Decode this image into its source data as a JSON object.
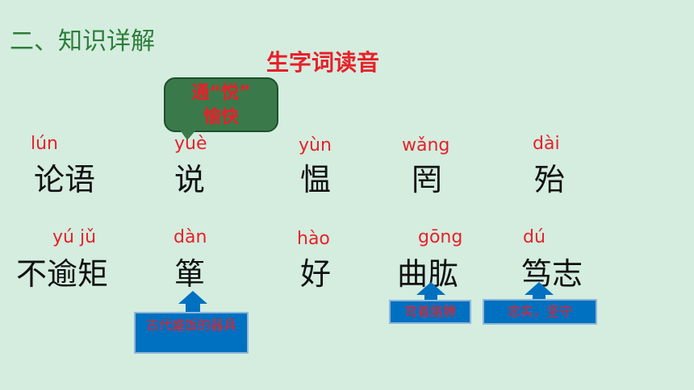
{
  "section_title": "二、知识详解",
  "subtitle": "生字词读音",
  "callout": {
    "line1": "通“悦”",
    "line2": "愉快"
  },
  "row1": [
    {
      "pinyin": "lún",
      "word": "论语"
    },
    {
      "pinyin": "yuè",
      "word": "说"
    },
    {
      "pinyin": "yùn",
      "word": "愠"
    },
    {
      "pinyin": "wǎng",
      "word": "罔"
    },
    {
      "pinyin": "dài",
      "word": "殆"
    }
  ],
  "row2": [
    {
      "pinyin": "yú jǔ",
      "word": "不逾矩"
    },
    {
      "pinyin": "dàn",
      "word": "箪"
    },
    {
      "pinyin": "hào",
      "word": "好"
    },
    {
      "pinyin": "gōng",
      "word": "曲肱"
    },
    {
      "pinyin": "dú",
      "word": "笃志"
    }
  ],
  "notes": {
    "dan": "古代盛饭的器具",
    "gong": "弯着胳膊",
    "du": "忠实，坚守"
  },
  "colors": {
    "background": "#d4eddf",
    "accent_red": "#e8202a",
    "title_green": "#2e7d3a",
    "box_blue": "#0070c0"
  }
}
